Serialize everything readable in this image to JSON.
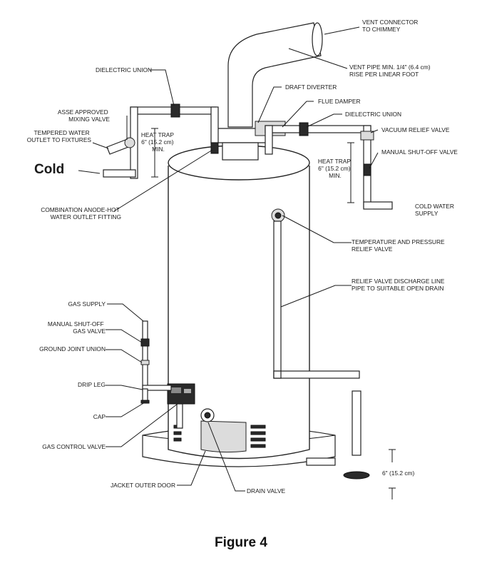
{
  "labels": {
    "vent_connector": [
      "VENT CONNECTOR",
      "TO CHIMMEY"
    ],
    "vent_pipe": [
      "VENT PIPE MIN. 1/4\" (6.4 cm)",
      "RISE PER LINEAR FOOT"
    ],
    "dielectric_union_left": [
      "DIELECTRIC UNION"
    ],
    "draft_diverter": [
      "DRAFT DIVERTER"
    ],
    "flue_damper": [
      "FLUE DAMPER"
    ],
    "asse_mixing_valve": [
      "ASSE APPROVED",
      "MIXING VALVE"
    ],
    "dielectric_union_right": [
      "DIELECTRIC UNION"
    ],
    "tempered_water": [
      "TEMPERED WATER",
      "OUTLET TO FIXTURES"
    ],
    "heat_trap_left": [
      "HEAT TRAP",
      "6\" (15.2 cm)",
      "MIN."
    ],
    "vacuum_relief": [
      "VACUUM RELIEF VALVE"
    ],
    "manual_shutoff_water": [
      "MANUAL SHUT-OFF VALVE"
    ],
    "heat_trap_right": [
      "HEAT TRAP",
      "6\" (15.2 cm)",
      "MIN."
    ],
    "cold_water_supply": [
      "COLD WATER",
      "SUPPLY"
    ],
    "anode_fitting": [
      "COMBINATION ANODE-HOT",
      "WATER OUTLET FITTING"
    ],
    "tp_relief": [
      "TEMPERATURE AND PRESSURE",
      "RELIEF VALVE"
    ],
    "discharge_line": [
      "RELIEF VALVE DISCHARGE LINE",
      "PIPE TO SUITABLE OPEN DRAIN"
    ],
    "gas_supply": [
      "GAS SUPPLY"
    ],
    "manual_shutoff_gas": [
      "MANUAL SHUT-OFF",
      "GAS VALVE"
    ],
    "ground_joint_union": [
      "GROUND JOINT UNION"
    ],
    "drip_leg": [
      "DRIP LEG"
    ],
    "cap": [
      "CAP"
    ],
    "gas_control_valve": [
      "GAS CONTROL VALVE"
    ],
    "jacket_outer_door": [
      "JACKET OUTER DOOR"
    ],
    "drain_valve": [
      "DRAIN VALVE"
    ],
    "drain_gap": [
      "6\" (15.2 cm)"
    ]
  },
  "cold_label": "Cold",
  "caption": "Figure 4"
}
